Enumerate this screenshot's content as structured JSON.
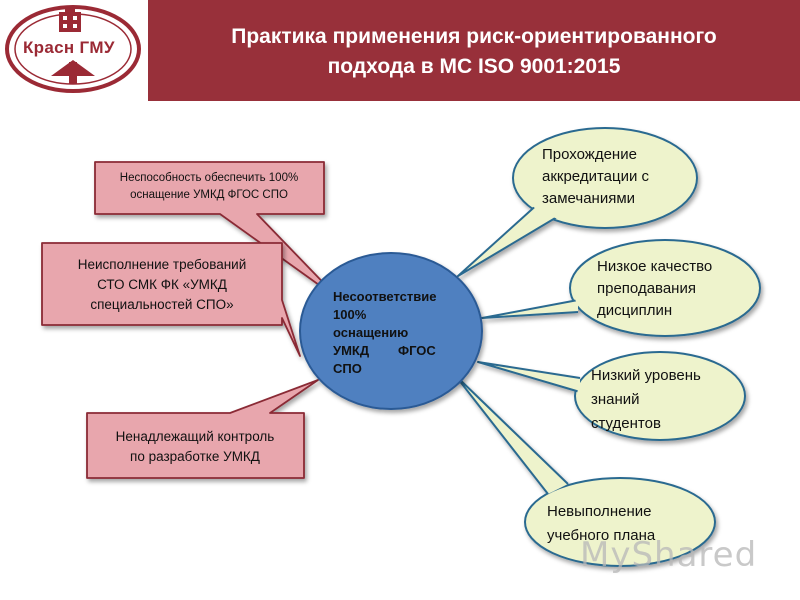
{
  "header": {
    "title_line1": "Практика применения риск-ориентированного",
    "title_line2": "подхода в МС ISO 9001:2015",
    "logo_text": "Красн ГМУ"
  },
  "center": {
    "line1": "Несоответствие",
    "line2": "100%",
    "line3": "оснащению",
    "line4": "УМКД        ФГОС",
    "line5": "СПО"
  },
  "left_causes": [
    {
      "line1": "Неспособность обеспечить 100%",
      "line2": "оснащение УМКД ФГОС СПО"
    },
    {
      "line1": "Неисполнение требований",
      "line2": "СТО СМК ФК «УМКД",
      "line3": "специальностей СПО»"
    },
    {
      "line1": "Ненадлежащий контроль",
      "line2": "по разработке УМКД"
    }
  ],
  "right_effects": [
    {
      "line1": "Прохождение",
      "line2": "аккредитации с",
      "line3": "замечаниями"
    },
    {
      "line1": "Низкое качество",
      "line2": "преподавания",
      "line3": "дисциплин"
    },
    {
      "line1": "Низкий уровень",
      "line2": "знаний",
      "line3": "студентов"
    },
    {
      "line1": "Невыполнение",
      "line2": "учебного плана"
    }
  ],
  "watermark": "MyShared",
  "colors": {
    "header_band": "#98303a",
    "cause_fill": "#e8a6ad",
    "cause_stroke": "#8a2a35",
    "effect_fill": "#eef3cc",
    "effect_stroke": "#2b6a90",
    "center_fill": "#4f80c0",
    "center_stroke": "#2c5a95"
  }
}
